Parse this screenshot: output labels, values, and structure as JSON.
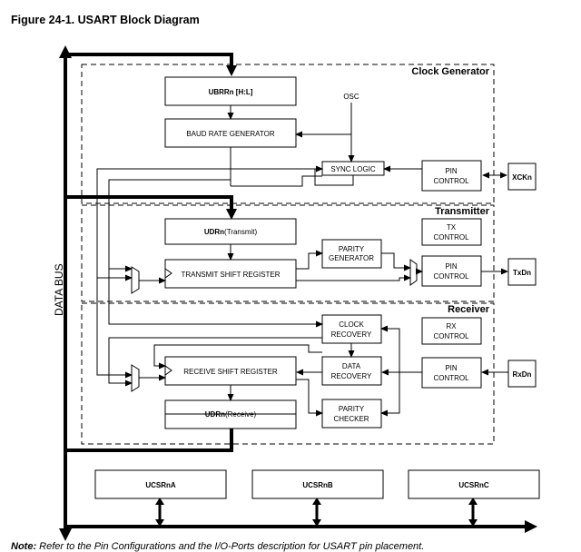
{
  "figure": {
    "title": "Figure 24-1.  USART Block Diagram"
  },
  "regions": {
    "clock_generator": "Clock Generator",
    "transmitter": "Transmitter",
    "receiver": "Receiver"
  },
  "bus": {
    "label": "DATA BUS"
  },
  "blocks": {
    "ubrr": "UBRRn [H:L]",
    "baud": "BAUD RATE GENERATOR",
    "osc": "OSC",
    "sync": "SYNC LOGIC",
    "pin_clk": [
      "PIN",
      "CONTROL"
    ],
    "xck": "XCKn",
    "udr_tx_bold": "UDRn",
    "udr_tx_rest": "(Transmit)",
    "tx_control": [
      "TX",
      "CONTROL"
    ],
    "parity_gen": [
      "PARITY",
      "GENERATOR"
    ],
    "tx_shift": "TRANSMIT SHIFT REGISTER",
    "pin_tx": [
      "PIN",
      "CONTROL"
    ],
    "txd": "TxDn",
    "clock_recovery": [
      "CLOCK",
      "RECOVERY"
    ],
    "rx_control": [
      "RX",
      "CONTROL"
    ],
    "rx_shift": "RECEIVE SHIFT REGISTER",
    "data_recovery": [
      "DATA",
      "RECOVERY"
    ],
    "pin_rx": [
      "PIN",
      "CONTROL"
    ],
    "rxd": "RxDn",
    "udr_rx_bold": "UDRn",
    "udr_rx_rest": "(Receive)",
    "parity_checker": [
      "PARITY",
      "CHECKER"
    ],
    "ucsra": "UCSRnA",
    "ucsrb": "UCSRnB",
    "ucsrc": "UCSRnC"
  },
  "footnote": {
    "lead": "Note:",
    "text": "Refer to the Pin Configurations and the I/O-Ports description for USART pin placement."
  }
}
